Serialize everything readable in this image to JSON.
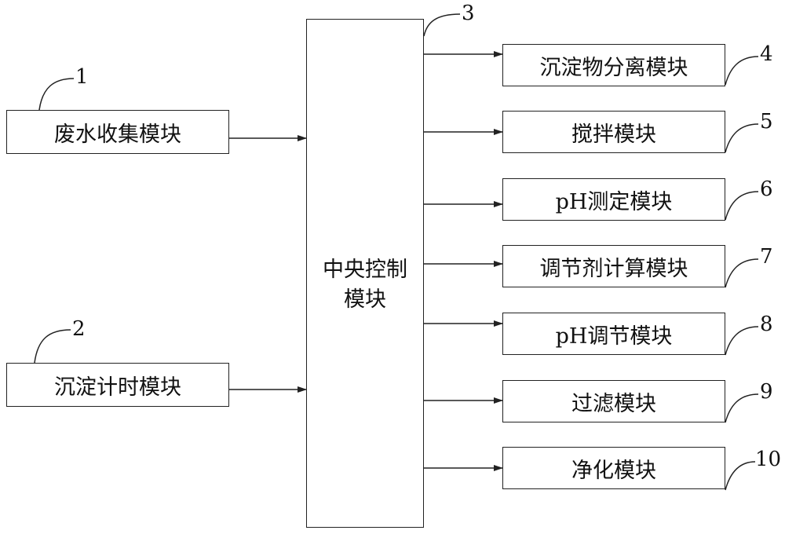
{
  "center": {
    "line1": "中央控制",
    "line2": "模块",
    "ref": "3"
  },
  "inputs": [
    {
      "label": "废水收集模块",
      "ref": "1"
    },
    {
      "label": "沉淀计时模块",
      "ref": "2"
    }
  ],
  "outputs": [
    {
      "label": "沉淀物分离模块",
      "ref": "4"
    },
    {
      "label": "搅拌模块",
      "ref": "5"
    },
    {
      "label": "pH测定模块",
      "ref": "6"
    },
    {
      "label": "调节剂计算模块",
      "ref": "7"
    },
    {
      "label": "pH调节模块",
      "ref": "8"
    },
    {
      "label": "过滤模块",
      "ref": "9"
    },
    {
      "label": "净化模块",
      "ref": "10"
    }
  ]
}
